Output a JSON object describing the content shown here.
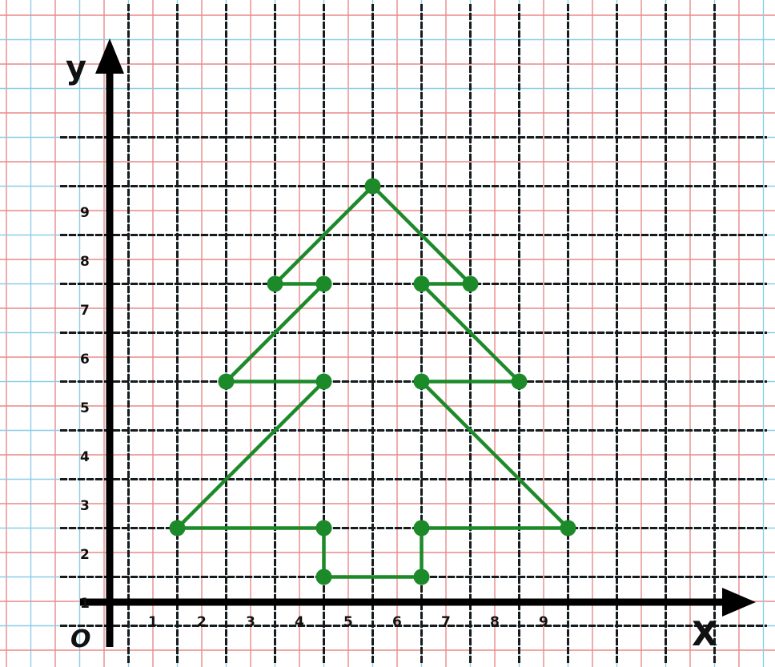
{
  "axes": {
    "y_label": "y",
    "x_label": "X",
    "origin_label": "O",
    "x_ticks": [
      "1",
      "2",
      "3",
      "4",
      "5",
      "6",
      "7",
      "8",
      "9"
    ],
    "y_ticks": [
      "1",
      "2",
      "3",
      "4",
      "5",
      "6",
      "7",
      "8",
      "9"
    ]
  },
  "colors": {
    "paper": "#ffffff",
    "red_grid": "#e88a8a",
    "blue_grid": "#8ccde6",
    "black_grid": "#1a1a1a",
    "figure": "#1d8a2a",
    "axis": "#000000"
  },
  "figure": {
    "points": [
      [
        1.5,
        2.5
      ],
      [
        4.5,
        2.5
      ],
      [
        4.5,
        1.5
      ],
      [
        6.5,
        1.5
      ],
      [
        6.5,
        2.5
      ],
      [
        9.5,
        2.5
      ],
      [
        6.5,
        5.5
      ],
      [
        8.5,
        5.5
      ],
      [
        6.5,
        7.5
      ],
      [
        7.5,
        7.5
      ],
      [
        5.5,
        9.5
      ],
      [
        3.5,
        7.5
      ],
      [
        4.5,
        7.5
      ],
      [
        2.5,
        5.5
      ],
      [
        4.5,
        5.5
      ]
    ],
    "segments": [
      [
        [
          1.5,
          2.5
        ],
        [
          4.5,
          2.5
        ]
      ],
      [
        [
          4.5,
          2.5
        ],
        [
          4.5,
          1.5
        ]
      ],
      [
        [
          4.5,
          1.5
        ],
        [
          6.5,
          1.5
        ]
      ],
      [
        [
          6.5,
          1.5
        ],
        [
          6.5,
          2.5
        ]
      ],
      [
        [
          6.5,
          2.5
        ],
        [
          9.5,
          2.5
        ]
      ],
      [
        [
          9.5,
          2.5
        ],
        [
          6.5,
          5.5
        ]
      ],
      [
        [
          6.5,
          5.5
        ],
        [
          8.5,
          5.5
        ]
      ],
      [
        [
          8.5,
          5.5
        ],
        [
          6.5,
          7.5
        ]
      ],
      [
        [
          6.5,
          7.5
        ],
        [
          7.5,
          7.5
        ]
      ],
      [
        [
          7.5,
          7.5
        ],
        [
          5.5,
          9.5
        ]
      ],
      [
        [
          5.5,
          9.5
        ],
        [
          3.5,
          7.5
        ]
      ],
      [
        [
          3.5,
          7.5
        ],
        [
          4.5,
          7.5
        ]
      ],
      [
        [
          4.5,
          7.5
        ],
        [
          2.5,
          5.5
        ]
      ],
      [
        [
          2.5,
          5.5
        ],
        [
          4.5,
          5.5
        ]
      ],
      [
        [
          4.5,
          5.5
        ],
        [
          1.5,
          2.5
        ]
      ]
    ]
  }
}
